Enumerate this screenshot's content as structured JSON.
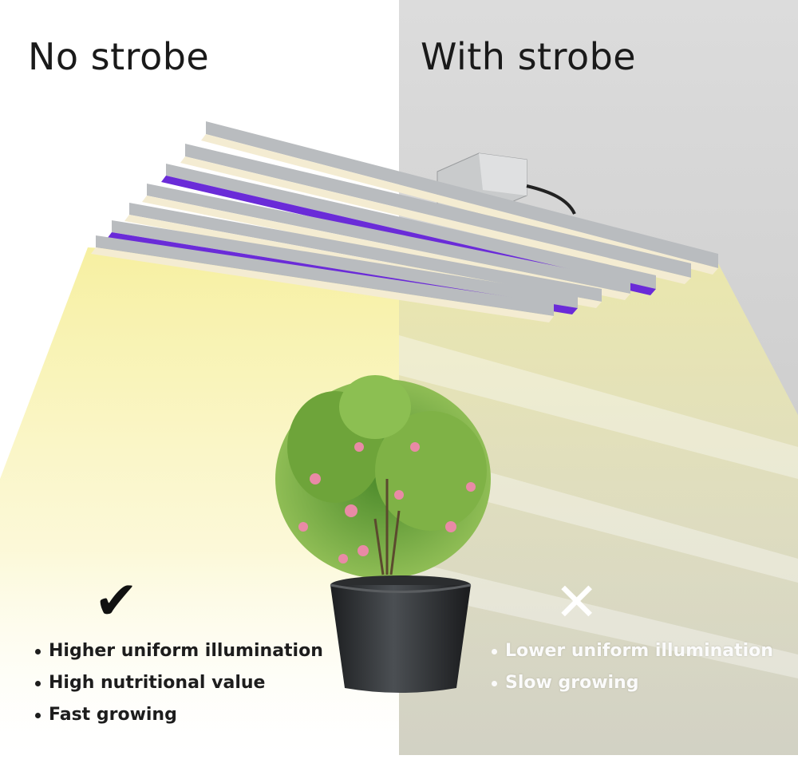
{
  "left_panel": {
    "title": "No strobe",
    "mark_icon": "checkmark-icon",
    "mark_glyph": "✔",
    "benefits": [
      "Higher uniform illumination",
      "High nutritional value",
      "Fast growing"
    ]
  },
  "right_panel": {
    "title": "With strobe",
    "mark_icon": "cross-icon",
    "mark_glyph": "✕",
    "drawbacks": [
      "Lower uniform illumination",
      "Slow growing"
    ]
  },
  "colors": {
    "light_beam": "#f7f0a8",
    "uv_bar": "#6a2bd8",
    "right_background": "#d4d4d4"
  }
}
